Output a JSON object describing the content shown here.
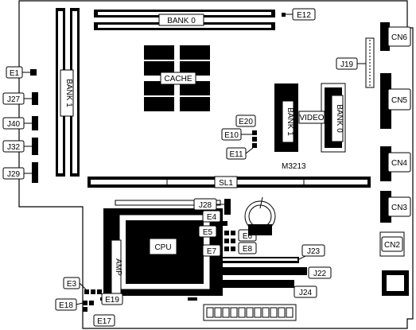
{
  "board_id": "M3213",
  "labels": {
    "bank0_top": "BANK 0",
    "bank1_left": "BANK 1",
    "cache": "CACHE",
    "video": "VIDEO",
    "video_bank1": "BANK 1",
    "video_bank0": "BANK 0",
    "cpu": "CPU",
    "amp": "AMP",
    "sl1": "SL1"
  },
  "jumpers_left": [
    "E1",
    "J27",
    "J40",
    "J32",
    "J29"
  ],
  "jumpers_top": [
    "E12"
  ],
  "jumpers_right": [
    "J19"
  ],
  "connectors": [
    "CN6",
    "CN5",
    "CN4",
    "CN3",
    "CN2"
  ],
  "jumpers_center": [
    "E20",
    "E10",
    "E11"
  ],
  "jumpers_cpu": [
    "J28",
    "E4",
    "E5",
    "E6",
    "E7",
    "E8"
  ],
  "jumpers_bottom_left": [
    "E3",
    "E19",
    "E18",
    "E17"
  ],
  "headers_bottom": [
    "J23",
    "J22",
    "J24"
  ]
}
